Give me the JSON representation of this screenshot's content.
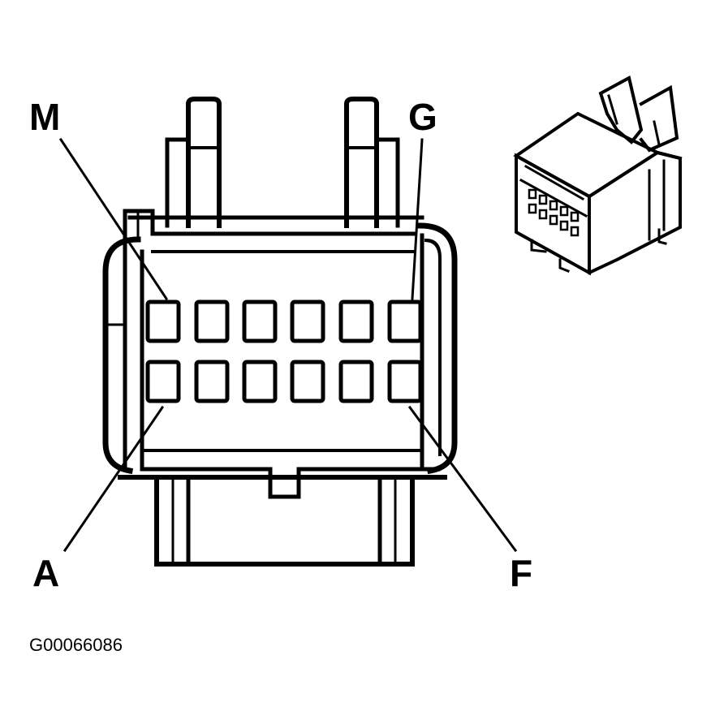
{
  "labels": {
    "pin_m": "M",
    "pin_g": "G",
    "pin_a": "A",
    "pin_f": "F"
  },
  "figure_code": "G00066086",
  "colors": {
    "ink": "#000000",
    "background": "#ffffff"
  }
}
